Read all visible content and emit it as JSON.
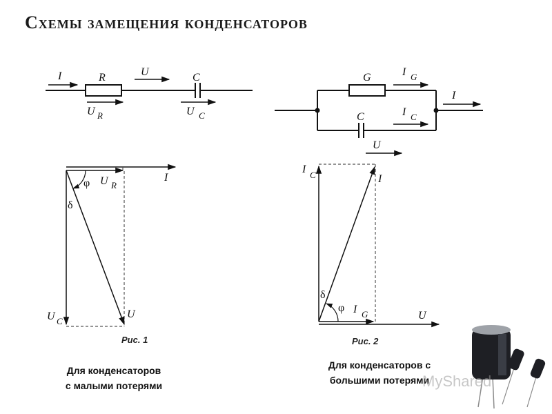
{
  "title": "Схемы замещения конденсаторов",
  "circuit1": {
    "labels": {
      "I": "I",
      "R": "R",
      "U": "U",
      "C": "C",
      "UR_main": "U",
      "UR_sub": "R",
      "UC_main": "U",
      "UC_sub": "C"
    }
  },
  "circuit2": {
    "labels": {
      "G": "G",
      "IG_main": "I",
      "IG_sub": "G",
      "I": "I",
      "C": "C",
      "IC_main": "I",
      "IC_sub": "C",
      "U": "U"
    }
  },
  "figure1": {
    "labels": {
      "I": "I",
      "phi": "φ",
      "UR_main": "U",
      "UR_sub": "R",
      "delta": "δ",
      "UC_main": "U",
      "UC_sub": "C",
      "U": "U"
    },
    "caption": "Рис. 1",
    "description_lines": [
      "Для конденсаторов",
      "с малыми потерями"
    ]
  },
  "figure2": {
    "labels": {
      "IC_main": "I",
      "IC_sub": "C",
      "I": "I",
      "delta": "δ",
      "phi": "φ",
      "IG_main": "I",
      "IG_sub": "G",
      "U": "U"
    },
    "caption": "Рис. 2",
    "description_lines": [
      "Для конденсаторов с",
      "большими потерями"
    ]
  },
  "watermark": "MyShared",
  "colors": {
    "line": "#111111",
    "dashed": "#555555",
    "watermark": "#9a9a9a"
  }
}
